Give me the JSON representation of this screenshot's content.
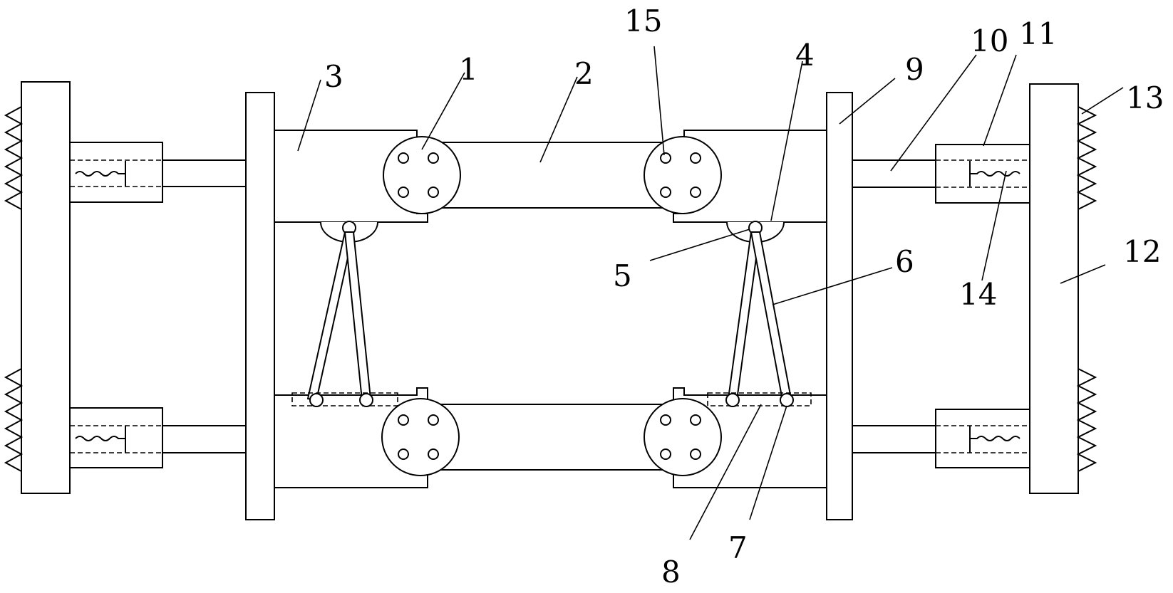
{
  "labels": {
    "l1": "1",
    "l2": "2",
    "l3": "3",
    "l4": "4",
    "l5": "5",
    "l6": "6",
    "l7": "7",
    "l8": "8",
    "l9": "9",
    "l10": "10",
    "l11": "11",
    "l12": "12",
    "l13": "13",
    "l14": "14",
    "l15": "15"
  },
  "colors": {
    "line": "#000000",
    "background": "#ffffff"
  }
}
